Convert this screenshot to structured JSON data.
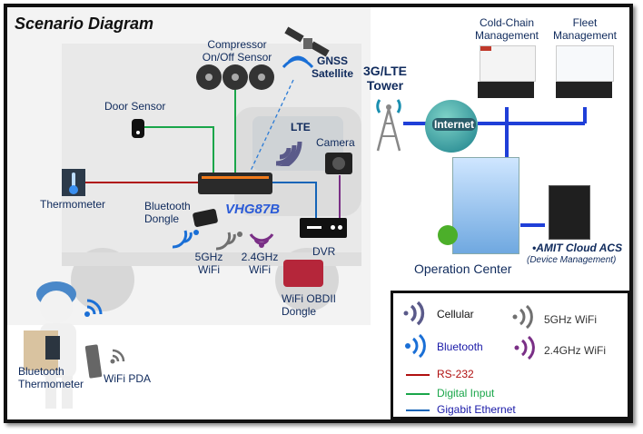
{
  "title": "Scenario Diagram",
  "device": {
    "name": "VHG87B",
    "color": "#2b5bd7"
  },
  "labels": {
    "compressor": [
      "Compressor",
      "On/Off Sensor"
    ],
    "gnss": [
      "GNSS",
      "Satellite"
    ],
    "tower": [
      "3G/LTE",
      "Tower"
    ],
    "cold_chain": [
      "Cold-Chain",
      "Management"
    ],
    "fleet": [
      "Fleet",
      "Management"
    ],
    "door_sensor": "Door Sensor",
    "lte": "LTE",
    "camera": "Camera",
    "thermometer": "Thermometer",
    "bt_dongle": [
      "Bluetooth",
      "Dongle"
    ],
    "wifi5": [
      "5GHz",
      "WiFi"
    ],
    "wifi24": [
      "2.4GHz",
      "WiFi"
    ],
    "dvr": "DVR",
    "obd": [
      "WiFi OBDII",
      "Dongle"
    ],
    "internet": "Internet",
    "operation_center": "Operation Center",
    "cloud_acs": "•AMIT Cloud ACS",
    "device_mgmt": "(Device Management)",
    "bt_thermo": [
      "Bluetooth",
      "Thermometer"
    ],
    "wifi_pda": "WiFi PDA"
  },
  "legend": {
    "items": [
      {
        "label": "Cellular",
        "icon": "cellular-signal-icon",
        "color": "#5a5a8a"
      },
      {
        "label": "5GHz WiFi",
        "icon": "wifi-5ghz-icon",
        "color": "#707070"
      },
      {
        "label": "Bluetooth",
        "icon": "bluetooth-signal-icon",
        "color": "#1a6fd6"
      },
      {
        "label": "2.4GHz WiFi",
        "icon": "wifi-24ghz-icon",
        "color": "#7a2f86"
      },
      {
        "label": "RS-232",
        "icon": "rs232-line",
        "color": "#b01010"
      },
      {
        "label": "Digital Input",
        "icon": "digital-input-line",
        "color": "#1aa64a"
      },
      {
        "label": "Gigabit Ethernet",
        "icon": "gigabit-ethernet-line",
        "color": "#1565b8"
      }
    ]
  },
  "colors": {
    "rs232": "#b01010",
    "digital": "#1aa64a",
    "ethernet": "#1565b8",
    "network": "#1f3fd8",
    "cellular": "#5a5a8a",
    "bluetooth": "#1a6fd6",
    "wifi5": "#707070",
    "wifi24": "#7a2f86"
  }
}
